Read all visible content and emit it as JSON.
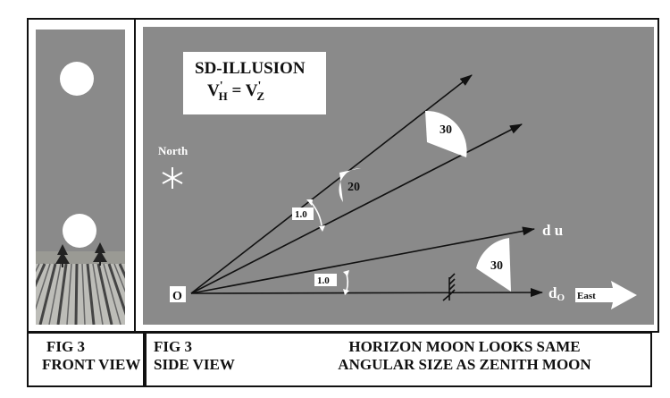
{
  "front_view": {
    "caption_line1_prefix": "FIG ",
    "caption_line1_num": "3",
    "caption_line2": "FRONT VIEW"
  },
  "side_view": {
    "caption_line1_prefix": "FIG ",
    "caption_line1_num": "3",
    "caption_line2": "SIDE VIEW",
    "headline_line1": "HORIZON MOON LOOKS SAME",
    "headline_line2": "ANGULAR SIZE AS ZENITH MOON"
  },
  "diagram": {
    "title_line1": "SD-ILLUSION",
    "equation": {
      "lhs": "V",
      "lhs_prime": "'",
      "lhs_sub": "H",
      "equals": " = ",
      "rhs": "V",
      "rhs_prime": "'",
      "rhs_sub": "Z"
    },
    "compass_label": "North",
    "origin_label": "O",
    "moon_angle_upper": "30",
    "moon_angle_middle": "20",
    "moon_angle_horizon": "30",
    "angle_label_upper": "1.0",
    "angle_label_lower": "1.0",
    "ray_label_du": "d u",
    "ray_label_do": "d",
    "ray_label_do_sub": "O",
    "direction_label": "East"
  },
  "colors": {
    "panel_gray": "#8a8a8a",
    "ink": "#111111",
    "moon_white": "#ffffff"
  }
}
